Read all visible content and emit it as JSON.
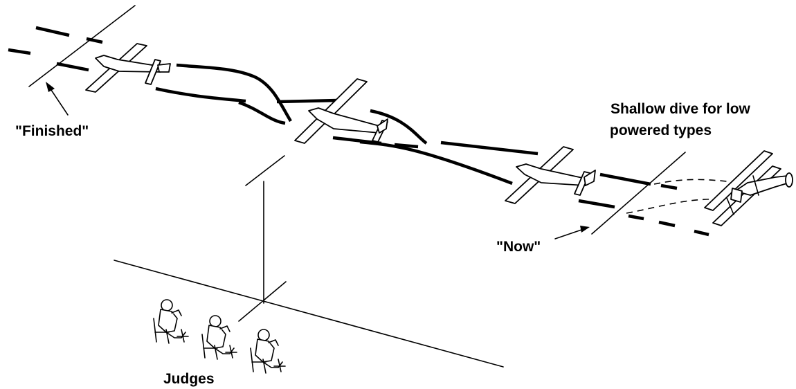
{
  "labels": {
    "finished": "\"Finished\"",
    "now": "\"Now\"",
    "note_line1": "Shallow dive for low",
    "note_line2": "powered types",
    "judges": "Judges"
  },
  "colors": {
    "ink": "#000000",
    "background": "#ffffff"
  },
  "figures": {
    "planes": [
      "monoplane",
      "monoplane",
      "monoplane",
      "biplane"
    ],
    "judges_count": 3
  }
}
